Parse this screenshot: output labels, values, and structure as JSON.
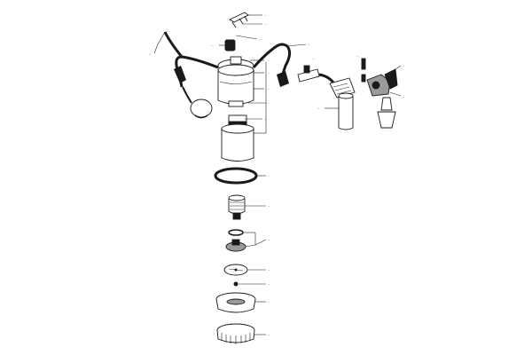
{
  "colors": {
    "background": "#ffffff",
    "line": "#222222",
    "part_fill": "#ffffff",
    "dark_fill": "#1a1a1a",
    "grey_fill": "#9a9a9a"
  },
  "callouts": [
    {
      "id": "c01",
      "text": "—"
    },
    {
      "id": "c02",
      "text": "—"
    },
    {
      "id": "c03",
      "text": "—"
    },
    {
      "id": "c04",
      "text": "—"
    },
    {
      "id": "c05",
      "text": "—"
    },
    {
      "id": "c06",
      "text": "—"
    },
    {
      "id": "c07",
      "text": "—"
    },
    {
      "id": "c08",
      "text": "—"
    },
    {
      "id": "c09",
      "text": "—"
    },
    {
      "id": "c10",
      "text": "—"
    },
    {
      "id": "c11",
      "text": "—"
    },
    {
      "id": "c12",
      "text": "—"
    },
    {
      "id": "c13",
      "text": "—"
    },
    {
      "id": "c14",
      "text": "—"
    },
    {
      "id": "c15",
      "text": "—"
    },
    {
      "id": "c16",
      "text": "—"
    },
    {
      "id": "c17",
      "text": "—"
    },
    {
      "id": "c18",
      "text": "—"
    },
    {
      "id": "c19",
      "text": "—"
    },
    {
      "id": "c20",
      "text": "—"
    },
    {
      "id": "c21",
      "text": "—"
    },
    {
      "id": "c22",
      "text": "—"
    },
    {
      "id": "c23",
      "text": "—"
    },
    {
      "id": "c24",
      "text": "—"
    },
    {
      "id": "c25",
      "text": "—"
    }
  ]
}
